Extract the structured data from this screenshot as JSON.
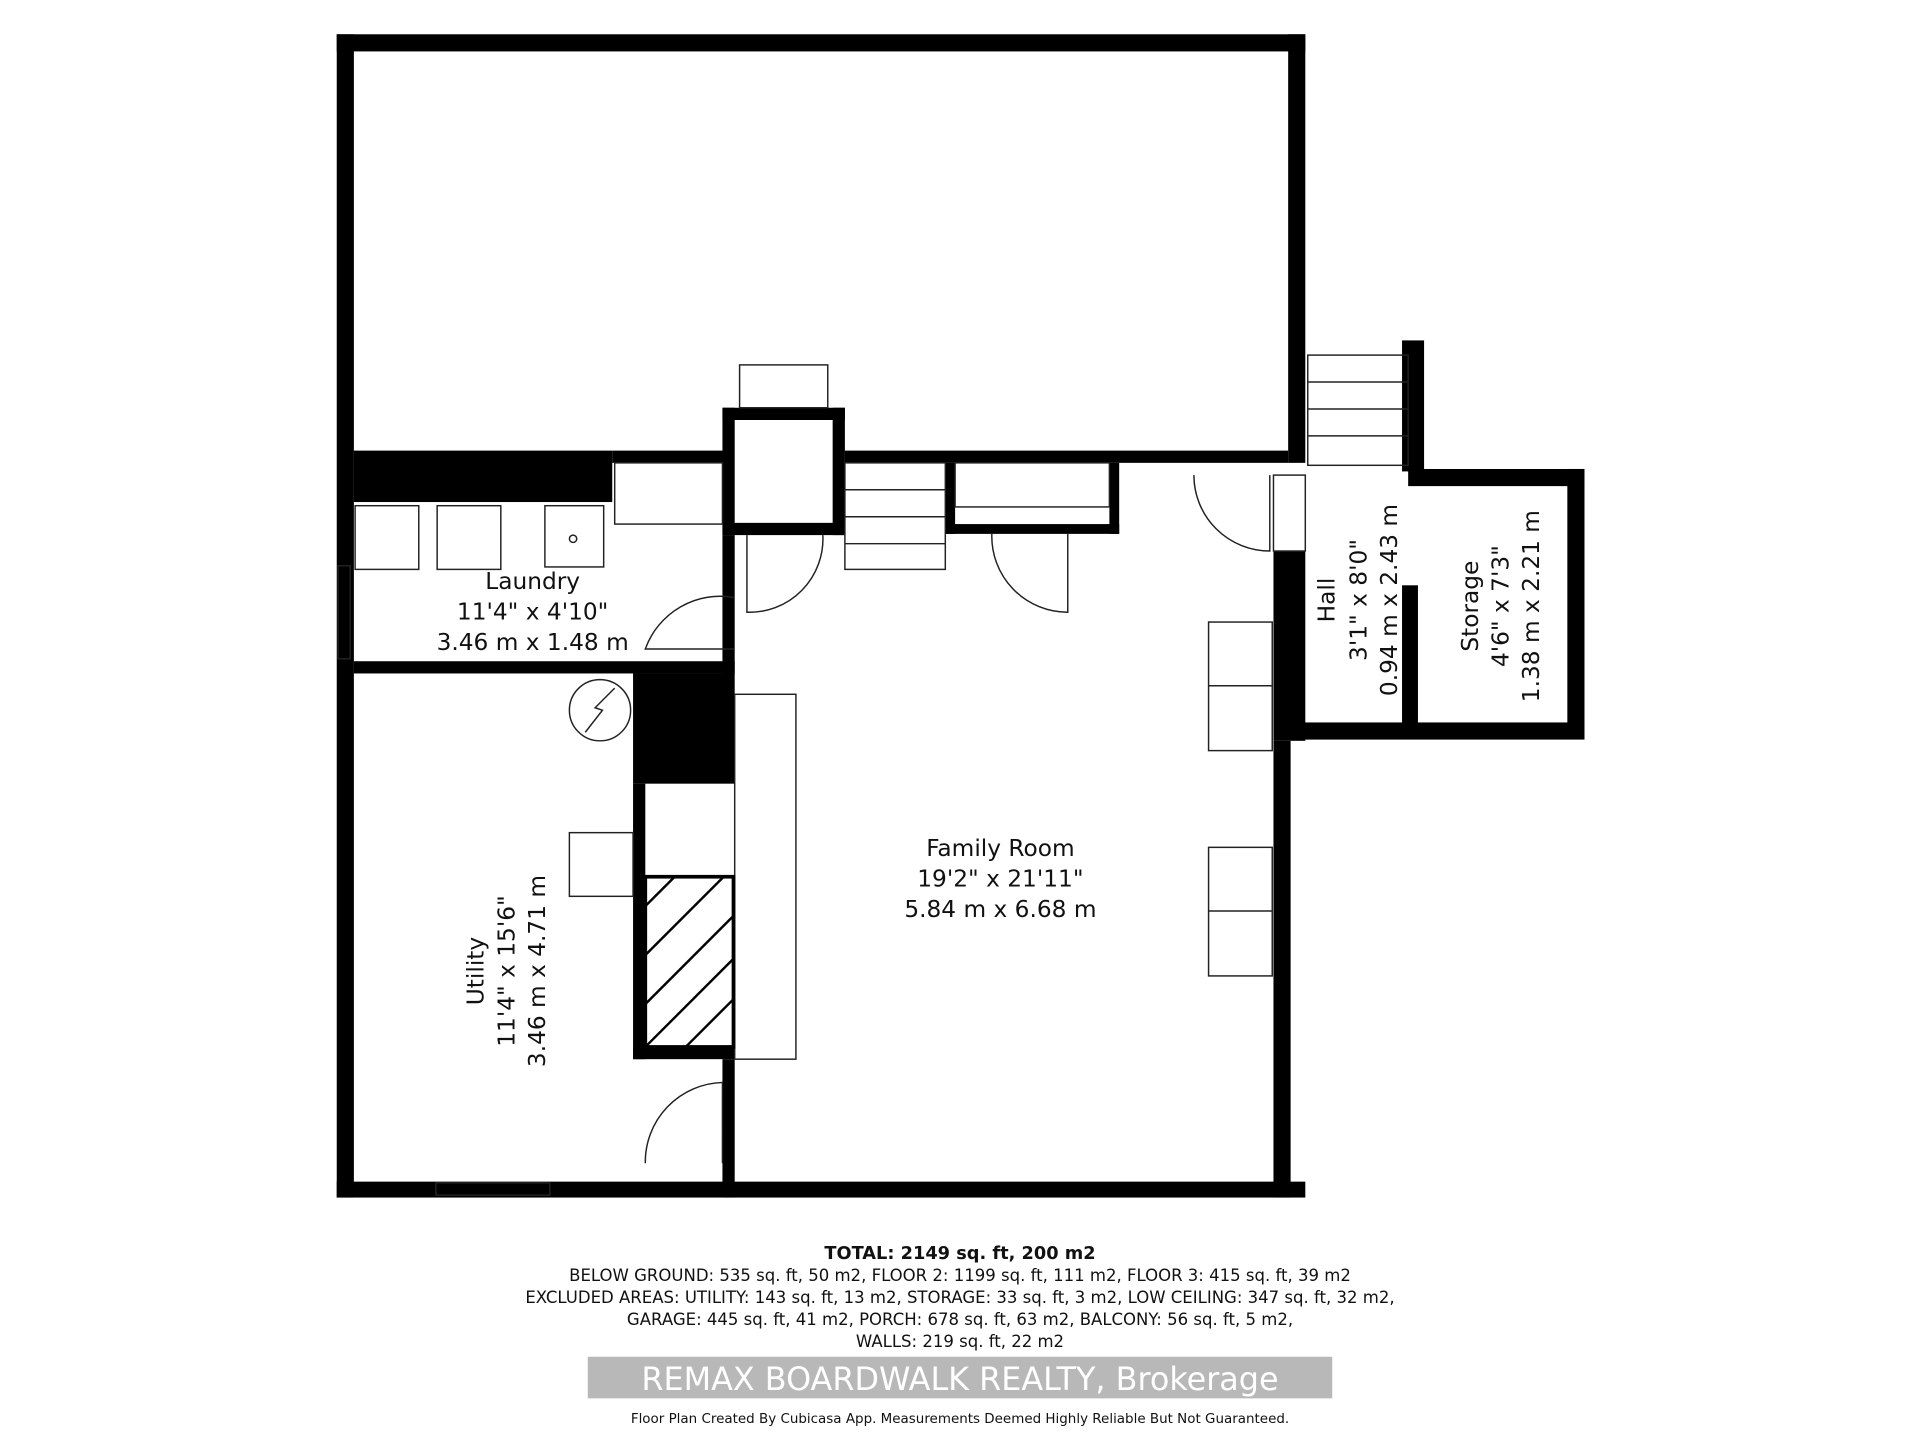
{
  "rooms": [
    {
      "name": "Laundry",
      "imperial": "11'4\" x 4'10\"",
      "metric": "3.46 m x 1.48 m"
    },
    {
      "name": "Utility",
      "imperial": "11'4\" x 15'6\"",
      "metric": "3.46 m x 4.71 m"
    },
    {
      "name": "Family Room",
      "imperial": "19'2\" x 21'11\"",
      "metric": "5.84 m x 6.68 m"
    },
    {
      "name": "Hall",
      "imperial": "3'1\" x 8'0\"",
      "metric": "0.94 m x 2.43 m"
    },
    {
      "name": "Storage",
      "imperial": "4'6\" x 7'3\"",
      "metric": "1.38 m x 2.21 m"
    }
  ],
  "footer": {
    "total": "TOTAL: 2149 sq. ft, 200 m2",
    "lines": [
      "BELOW GROUND: 535 sq. ft, 50 m2, FLOOR 2: 1199 sq. ft, 111 m2, FLOOR 3: 415 sq. ft, 39 m2",
      "EXCLUDED AREAS: UTILITY: 143 sq. ft, 13 m2, STORAGE: 33 sq. ft, 3 m2, LOW CEILING: 347 sq. ft, 32 m2,",
      "GARAGE: 445 sq. ft, 41 m2, PORCH: 678 sq. ft, 63 m2, BALCONY: 56 sq. ft, 5 m2,",
      "WALLS: 219 sq. ft, 22 m2"
    ],
    "watermark": "REMAX BOARDWALK REALTY, Brokerage",
    "disclaimer": "Floor Plan Created By Cubicasa App. Measurements Deemed Highly Reliable But Not Guaranteed."
  }
}
